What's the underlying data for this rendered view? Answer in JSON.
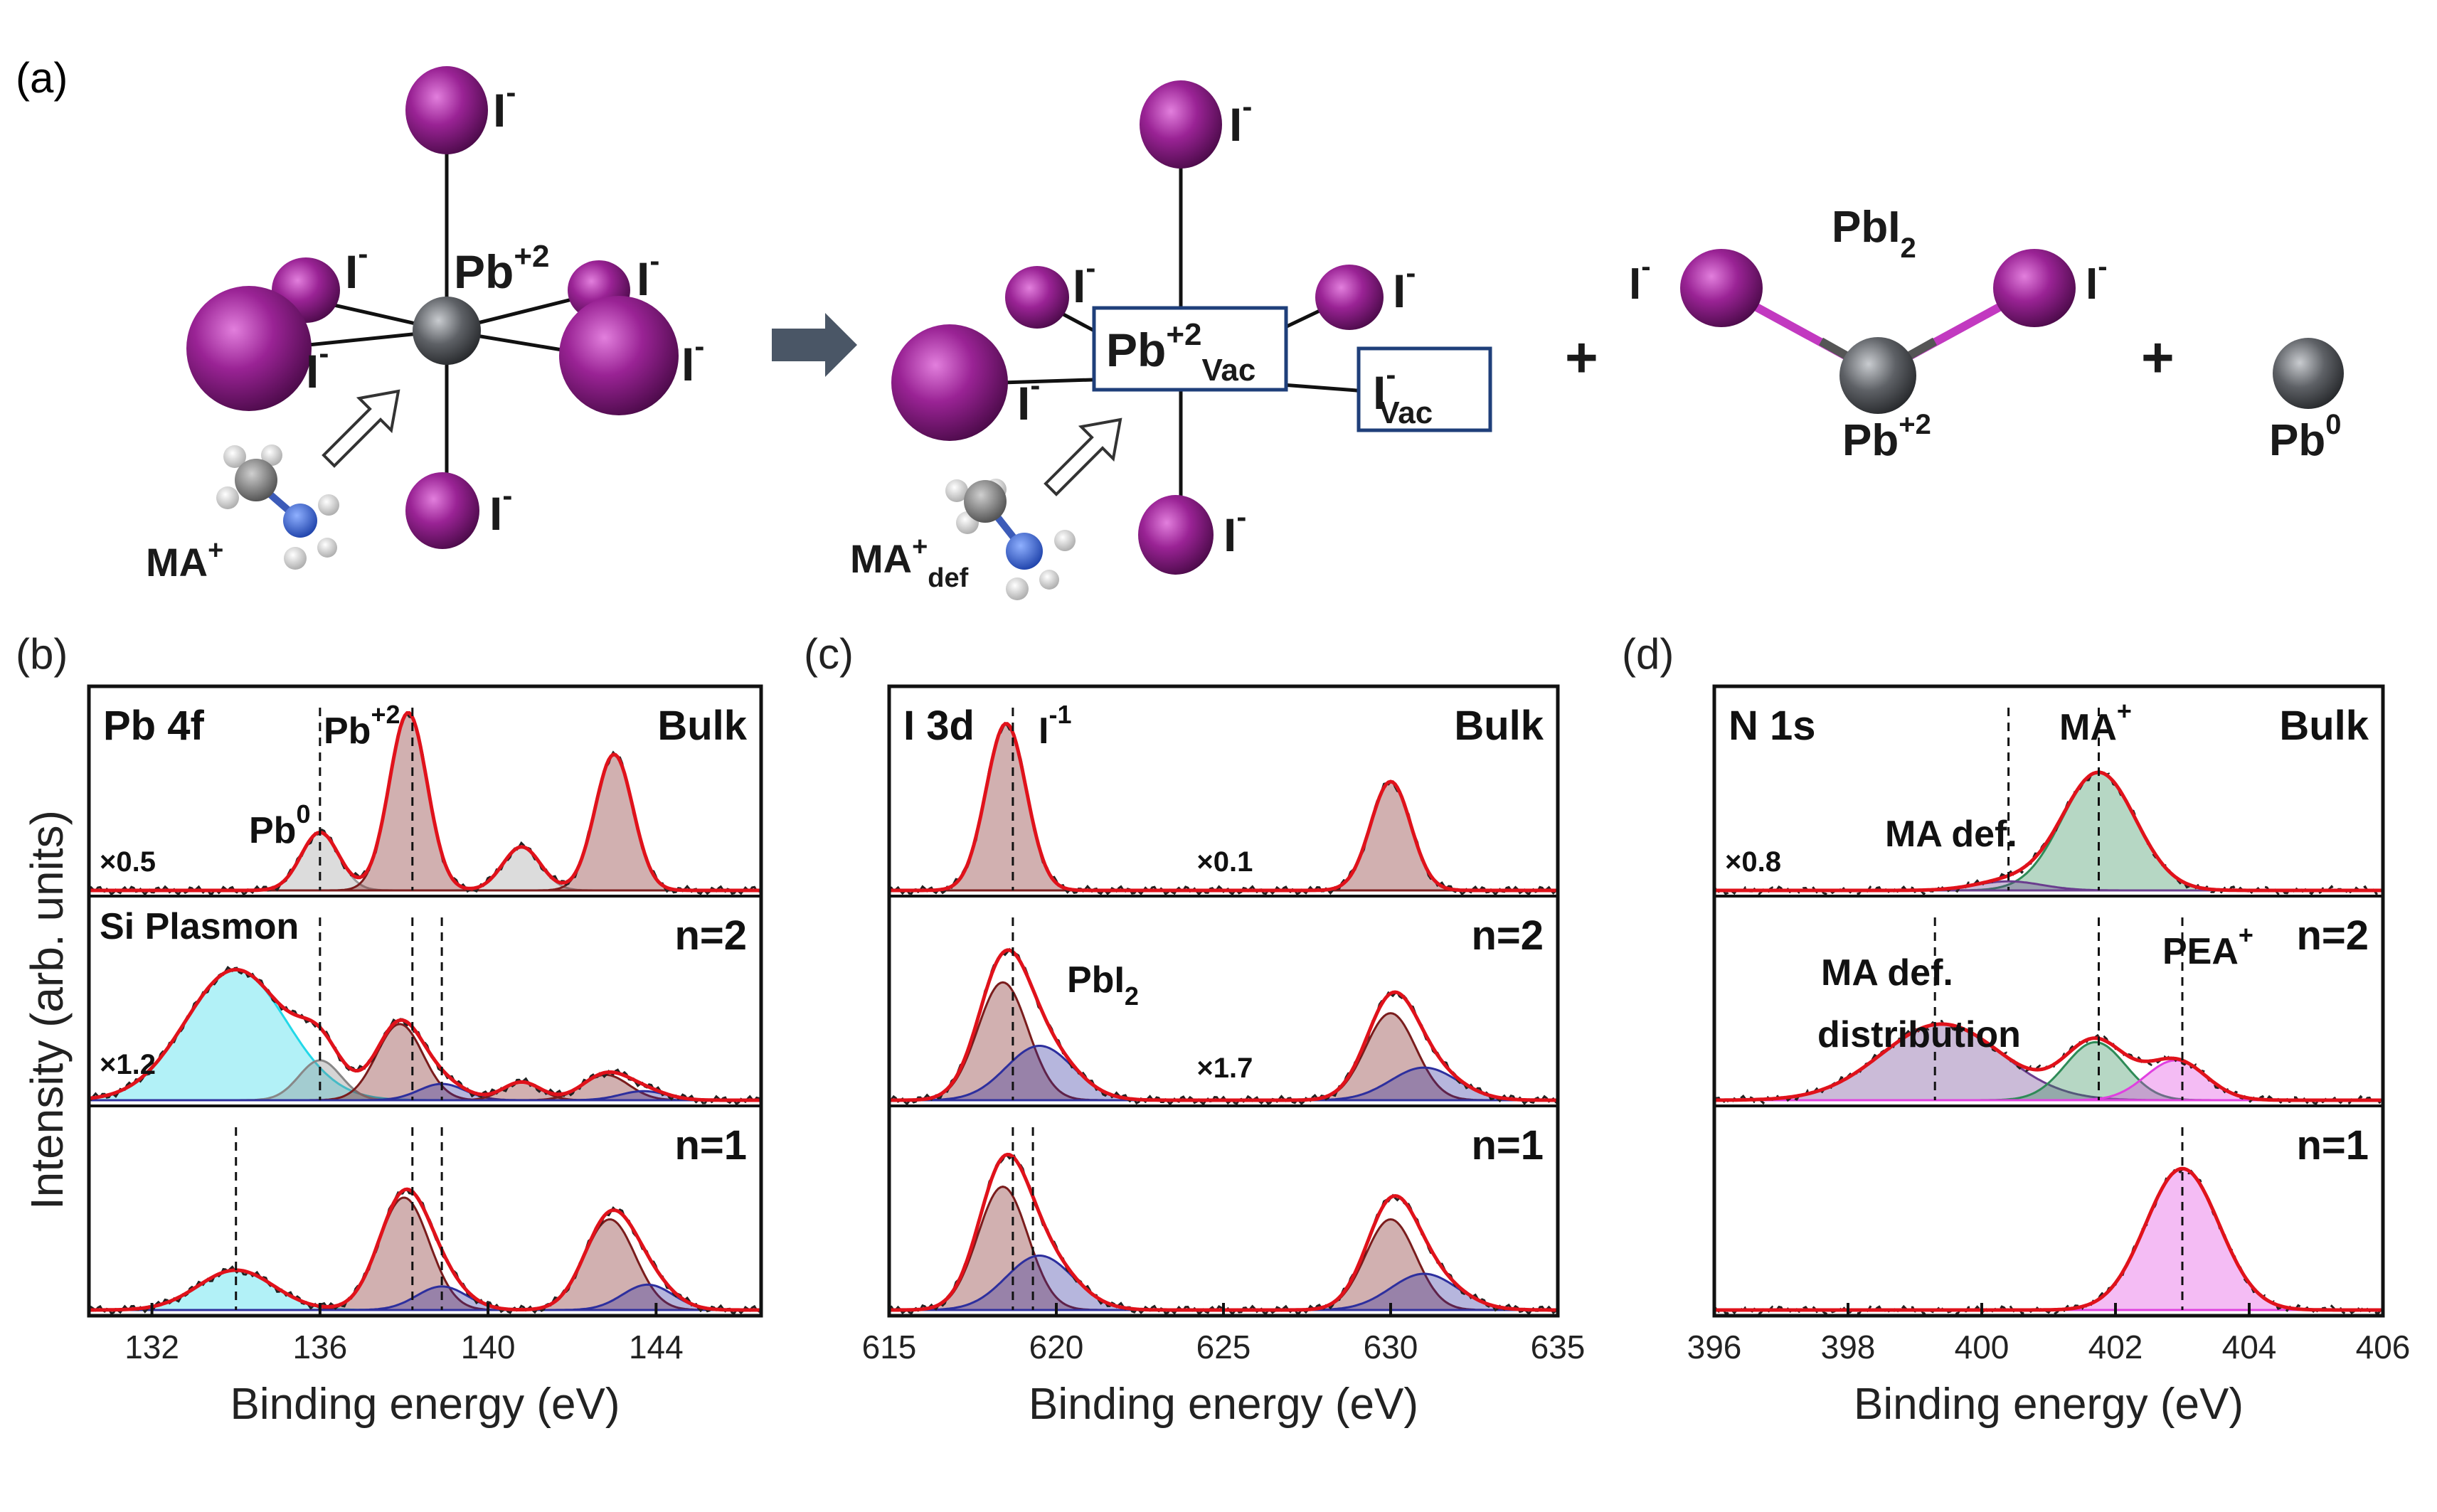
{
  "panel_a": {
    "label": "(a)",
    "iodide": "I",
    "minus": "-",
    "pb": "Pb",
    "pb_charge": "+2",
    "vac_sub": "Vac",
    "ma": "MA",
    "plus_sign": "+",
    "def_sub": "def",
    "pbi2_main": "PbI",
    "pbi2_sub": "2",
    "pb0_main": "Pb",
    "pb0_sup": "0",
    "plus": "+"
  },
  "y_axis_label": "Intensity (arb. units)",
  "x_axis_label": "Binding energy (eV)",
  "colors": {
    "iodide": "#8b1f86",
    "lead": "#55575b",
    "fit": "#e0121b",
    "data": "#222222",
    "arrow": "#4a5666",
    "box": "#1f3f7a"
  },
  "chart_data": [
    {
      "panel": "(b)",
      "type": "line",
      "title": "Pb 4f",
      "xlabel": "Binding energy (eV)",
      "ylabel": "Intensity (arb. units)",
      "xlim": [
        130.5,
        146.5
      ],
      "xticks": [
        "132",
        "136",
        "140",
        "144"
      ],
      "rows": [
        {
          "label": "Bulk",
          "scale": "×0.5",
          "annotations": [
            {
              "text": "Pb",
              "sup": "0"
            },
            {
              "text": "Pb",
              "sup": "+2"
            }
          ],
          "peaks": [
            {
              "center": 136.0,
              "height": 0.32,
              "width": 0.45,
              "fill": "#9a9a9a"
            },
            {
              "center": 138.1,
              "height": 0.98,
              "width": 0.45,
              "fill": "#7a1c1c"
            },
            {
              "center": 140.8,
              "height": 0.24,
              "width": 0.45,
              "fill": "#9a9a9a"
            },
            {
              "center": 143.0,
              "height": 0.75,
              "width": 0.45,
              "fill": "#7a1c1c"
            }
          ],
          "vlines": [
            136.0,
            138.2
          ]
        },
        {
          "label": "n=2",
          "scale": "×1.2",
          "annotations": [
            {
              "text": "Si Plasmon"
            }
          ],
          "peaks": [
            {
              "center": 134.0,
              "height": 0.72,
              "width": 1.2,
              "fill": "#22d8e8"
            },
            {
              "center": 136.0,
              "height": 0.22,
              "width": 0.5,
              "fill": "#888888"
            },
            {
              "center": 137.9,
              "height": 0.42,
              "width": 0.55,
              "fill": "#7a1c1c"
            },
            {
              "center": 138.9,
              "height": 0.09,
              "width": 0.55,
              "fill": "#2d2f9e"
            },
            {
              "center": 140.8,
              "height": 0.1,
              "width": 0.45,
              "fill": "#7a1c1c"
            },
            {
              "center": 142.8,
              "height": 0.14,
              "width": 0.55,
              "fill": "#7a1c1c"
            },
            {
              "center": 143.7,
              "height": 0.05,
              "width": 0.55,
              "fill": "#2d2f9e"
            }
          ],
          "vlines": [
            136.0,
            138.2,
            138.9
          ]
        },
        {
          "label": "n=1",
          "scale": "",
          "annotations": [],
          "peaks": [
            {
              "center": 134.0,
              "height": 0.22,
              "width": 0.9,
              "fill": "#22d8e8"
            },
            {
              "center": 138.0,
              "height": 0.62,
              "width": 0.6,
              "fill": "#7a1c1c"
            },
            {
              "center": 138.9,
              "height": 0.13,
              "width": 0.6,
              "fill": "#2d2f9e"
            },
            {
              "center": 142.9,
              "height": 0.5,
              "width": 0.6,
              "fill": "#7a1c1c"
            },
            {
              "center": 143.8,
              "height": 0.14,
              "width": 0.6,
              "fill": "#2d2f9e"
            }
          ],
          "vlines": [
            134.0,
            138.2,
            138.9
          ]
        }
      ]
    },
    {
      "panel": "(c)",
      "type": "line",
      "title": "I 3d",
      "xlabel": "Binding energy (eV)",
      "xlim": [
        615,
        635
      ],
      "xticks": [
        "615",
        "620",
        "625",
        "630",
        "635"
      ],
      "rows": [
        {
          "label": "Bulk",
          "scale": "×0.1",
          "annotations": [
            {
              "text": "I",
              "sup": "-1"
            }
          ],
          "peaks": [
            {
              "center": 618.5,
              "height": 0.92,
              "width": 0.6,
              "fill": "#7a1c1c"
            },
            {
              "center": 630.0,
              "height": 0.6,
              "width": 0.6,
              "fill": "#7a1c1c"
            }
          ],
          "vlines": [
            618.7
          ]
        },
        {
          "label": "n=2",
          "scale": "×1.7",
          "annotations": [
            {
              "text": "PbI",
              "sub": "2"
            }
          ],
          "peaks": [
            {
              "center": 618.4,
              "height": 0.65,
              "width": 0.75,
              "fill": "#7a1c1c"
            },
            {
              "center": 619.5,
              "height": 0.3,
              "width": 1.0,
              "fill": "#2d2f9e"
            },
            {
              "center": 630.0,
              "height": 0.48,
              "width": 0.75,
              "fill": "#7a1c1c"
            },
            {
              "center": 631.0,
              "height": 0.18,
              "width": 1.0,
              "fill": "#2d2f9e"
            }
          ],
          "vlines": [
            618.7
          ]
        },
        {
          "label": "n=1",
          "scale": "",
          "annotations": [],
          "peaks": [
            {
              "center": 618.4,
              "height": 0.68,
              "width": 0.75,
              "fill": "#7a1c1c"
            },
            {
              "center": 619.5,
              "height": 0.3,
              "width": 1.0,
              "fill": "#2d2f9e"
            },
            {
              "center": 630.0,
              "height": 0.5,
              "width": 0.75,
              "fill": "#7a1c1c"
            },
            {
              "center": 631.0,
              "height": 0.2,
              "width": 1.0,
              "fill": "#2d2f9e"
            }
          ],
          "vlines": [
            618.7,
            619.3
          ]
        }
      ]
    },
    {
      "panel": "(d)",
      "type": "line",
      "title": "N 1s",
      "xlabel": "Binding energy (eV)",
      "xlim": [
        396,
        406
      ],
      "xticks": [
        "396",
        "398",
        "400",
        "402",
        "404",
        "406"
      ],
      "rows": [
        {
          "label": "Bulk",
          "scale": "×0.8",
          "annotations": [
            {
              "text": "MA",
              "sup": "+"
            },
            {
              "text": "MA def."
            }
          ],
          "peaks": [
            {
              "center": 401.75,
              "height": 0.65,
              "width": 0.55,
              "fill": "#2e8b57"
            },
            {
              "center": 400.4,
              "height": 0.05,
              "width": 0.5,
              "fill": "#6a3d8e"
            }
          ],
          "vlines": [
            400.4,
            401.75
          ]
        },
        {
          "label": "n=2",
          "scale": "",
          "annotations": [
            {
              "text": "MA def."
            },
            {
              "text": "distribution"
            },
            {
              "text": "PEA",
              "sup": "+"
            }
          ],
          "peaks": [
            {
              "center": 399.4,
              "height": 0.42,
              "width": 0.9,
              "fill": "#6a3d8e"
            },
            {
              "center": 401.7,
              "height": 0.32,
              "width": 0.45,
              "fill": "#2e8b57"
            },
            {
              "center": 402.9,
              "height": 0.22,
              "width": 0.45,
              "fill": "#e040e0"
            }
          ],
          "vlines": [
            399.3,
            401.75,
            403.0
          ]
        },
        {
          "label": "n=1",
          "scale": "",
          "annotations": [],
          "peaks": [
            {
              "center": 403.0,
              "height": 0.78,
              "width": 0.55,
              "fill": "#e040e0"
            }
          ],
          "vlines": [
            403.0
          ]
        }
      ]
    }
  ]
}
